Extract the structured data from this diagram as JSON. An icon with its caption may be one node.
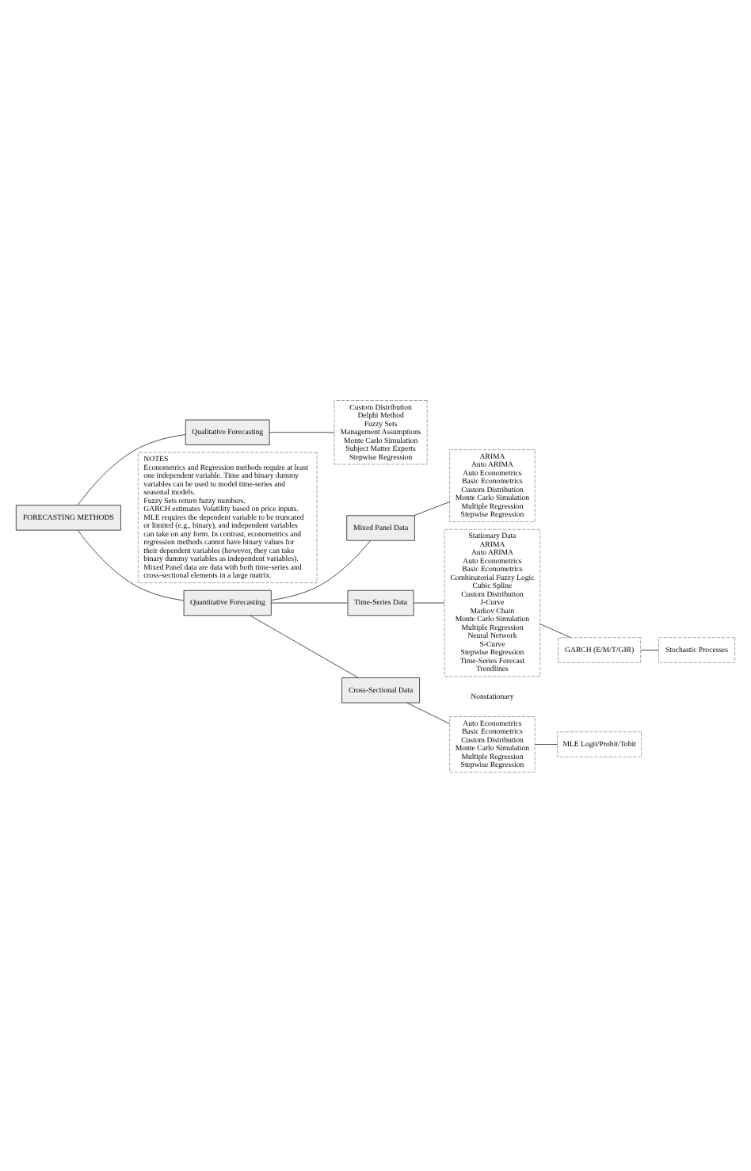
{
  "diagram": {
    "nodes": [
      {
        "text": [
          "FORECASTING METHODS"
        ]
      },
      {
        "text": [
          "Qualitative Forecasting"
        ]
      },
      {
        "text": [
          "Custom Distribution",
          "Delphi Method",
          "Fuzzy Sets",
          "Management Assumptions",
          "Monte Carlo Simulation",
          "Subject Matter Experts",
          "Stepwise Regression"
        ]
      },
      {
        "text": [
          "NOTES",
          "Econometrics and Regression methods require at least one independent variable. Time and binary dummy variables can be used to model time-series and seasonal models.",
          "Fuzzy Sets return fuzzy numbers.",
          "GARCH estimates Volatility based on price inputs.",
          "MLE requires the dependent variable to be truncated or limited (e.g., binary), and independent variables can take on any form. In contrast, econometrics and regression methods cannot have binary values for their dependent variables (however, they can take binary dummy variables as independent variables).",
          "Mixed Panel data are data with both time-series and cross-sectional elements in a large matrix."
        ]
      },
      {
        "text": [
          "Quantitative Forecasting"
        ]
      },
      {
        "text": [
          "Time-Series Data"
        ]
      },
      {
        "text": [
          "Stationary Data",
          "ARIMA",
          "Auto ARIMA",
          "Auto Econometrics",
          "Basic Econometrics",
          "Combinatorial Fuzzy Logic",
          "Cubic Spline",
          "Custom Distribution",
          "J-Curve",
          "Markov Chain",
          "Monte Carlo Simulation",
          "Multiple Regression",
          "Neural Network",
          "S-Curve",
          "Stepwise Regression",
          "Time-Series Forecast",
          "Trendlines"
        ]
      },
      {
        "text": [
          "GARCH (E/M/T/GIR)"
        ]
      },
      {
        "text": [
          "Stochastic Processes"
        ]
      },
      {
        "text": [
          "Cross-Sectional Data"
        ]
      },
      {
        "text": [
          "Auto Econometrics",
          "Basic Econometrics",
          "Custom Distribution",
          "Monte Carlo Simulation",
          "Multiple Regression",
          "Stepwise Regression"
        ]
      },
      {
        "text": [
          "MLE Logit/Probit/Tobit"
        ]
      },
      {
        "text": [
          "Mixed Panel Data"
        ]
      },
      {
        "text": [
          "ARIMA",
          "Auto ARIMA",
          "Auto Econometrics",
          "Basic Econometrics",
          "Custom Distribution",
          "Monte Carlo Simulation",
          "Multiple Regression",
          "Stepwise Regression"
        ]
      }
    ],
    "edges": [
      {
        "from": 0,
        "to": 1,
        "arrow": "none"
      },
      {
        "from": 0,
        "to": 4,
        "arrow": "none"
      },
      {
        "from": 1,
        "to": 2,
        "arrow": "none"
      },
      {
        "from": 4,
        "to": 5,
        "arrow": "none"
      },
      {
        "from": 4,
        "to": 9,
        "arrow": "none"
      },
      {
        "from": 4,
        "to": 12,
        "arrow": "none"
      },
      {
        "from": 5,
        "to": 6,
        "arrow": "none"
      },
      {
        "from": 6,
        "to": 7,
        "arrow": "none"
      },
      {
        "from": 7,
        "to": 8,
        "arrow": "none"
      },
      {
        "from": 9,
        "to": 10,
        "arrow": "none"
      },
      {
        "from": 10,
        "to": 11,
        "arrow": "none"
      },
      {
        "from": 12,
        "to": 13,
        "arrow": "none"
      }
    ],
    "labels": [
      "Nonstationary"
    ]
  }
}
